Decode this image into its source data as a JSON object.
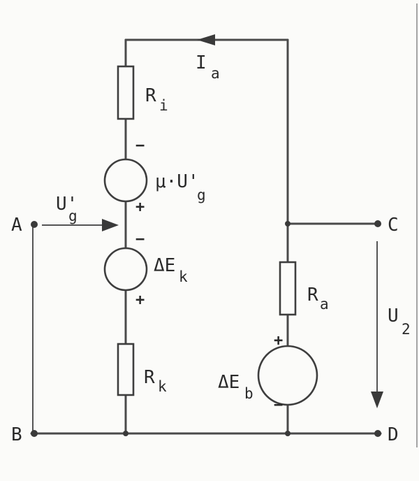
{
  "terminals": {
    "a": "A",
    "b": "B",
    "c": "C",
    "d": "D"
  },
  "components": {
    "ri": {
      "main": "R",
      "sub": "i"
    },
    "source_mu": {
      "main": "μ·U'",
      "sub": "g"
    },
    "source_ek": {
      "main": "ΔE",
      "sub": "k"
    },
    "rk": {
      "main": "R",
      "sub": "k"
    },
    "ra": {
      "main": "R",
      "sub": "a"
    },
    "source_eb": {
      "main": "ΔE",
      "sub": "b"
    }
  },
  "quantities": {
    "ia": {
      "main": "I",
      "sub": "a"
    },
    "ug": {
      "main": "U'",
      "sub": "g"
    },
    "u2": {
      "main": "U",
      "sub": "2"
    }
  },
  "polarity": {
    "mu_top": "−",
    "mu_bottom": "+",
    "ek_top": "−",
    "ek_bottom": "+",
    "eb_top": "+",
    "eb_bottom": "−"
  }
}
